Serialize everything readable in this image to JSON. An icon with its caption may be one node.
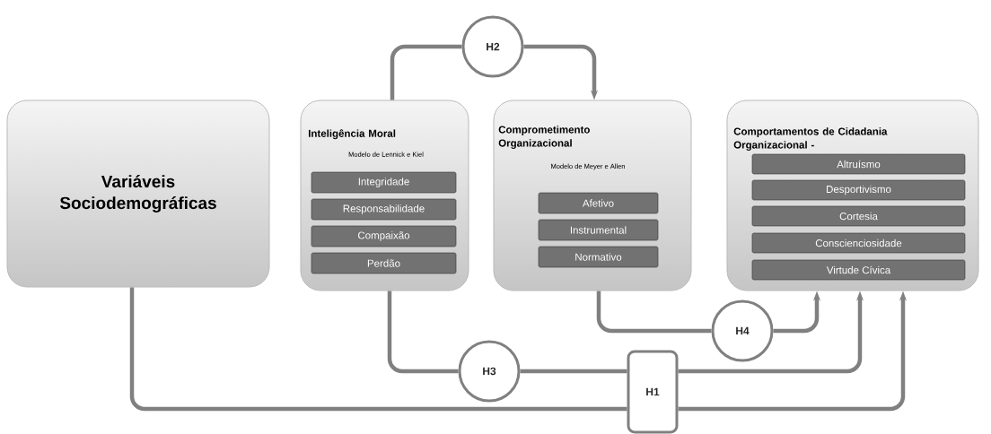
{
  "diagram": {
    "nodes": [
      {
        "text": [
          "Variáveis Sociodemográficas"
        ]
      },
      {
        "text": [
          "Inteligência Moral",
          "Modelo de Lennick e Kiel"
        ]
      },
      {
        "text": [
          "Integridade"
        ],
        "in": 1
      },
      {
        "text": [
          "Responsabilidade"
        ],
        "in": 1
      },
      {
        "text": [
          "Compaixão"
        ],
        "in": 1
      },
      {
        "text": [
          "Perdão"
        ],
        "in": 1
      },
      {
        "text": [
          "Comprometimento Organizacional",
          "Modelo de Meyer e Allen"
        ]
      },
      {
        "text": [
          "Afetivo"
        ],
        "in": 6
      },
      {
        "text": [
          "Instrumental"
        ],
        "in": 6
      },
      {
        "text": [
          "Normativo"
        ],
        "in": 6
      },
      {
        "text": [
          "Comportamentos de Cidadania Organizacional -"
        ]
      },
      {
        "text": [
          "Altruísmo"
        ],
        "in": 10
      },
      {
        "text": [
          "Desportivismo"
        ],
        "in": 10
      },
      {
        "text": [
          "Cortesia"
        ],
        "in": 10
      },
      {
        "text": [
          "Conscienciosidade"
        ],
        "in": 10
      },
      {
        "text": [
          "Virtude Cívica"
        ],
        "in": 10
      },
      {
        "text": [
          "H2"
        ]
      },
      {
        "text": [
          "H3"
        ]
      },
      {
        "text": [
          "H4"
        ]
      },
      {
        "text": [
          "H1"
        ]
      }
    ],
    "edges": [
      {
        "from": 1,
        "to": 16,
        "arrow": "none"
      },
      {
        "from": 16,
        "to": 6,
        "arrow": "to"
      },
      {
        "from": 1,
        "to": 17,
        "arrow": "none"
      },
      {
        "from": 17,
        "to": 19,
        "arrow": "none"
      },
      {
        "from": 19,
        "to": 10,
        "arrow": "to"
      },
      {
        "from": 0,
        "to": 19,
        "arrow": "none"
      },
      {
        "from": 19,
        "to": 10,
        "arrow": "to"
      },
      {
        "from": 6,
        "to": 18,
        "arrow": "none"
      },
      {
        "from": 18,
        "to": 10,
        "arrow": "to"
      }
    ]
  }
}
